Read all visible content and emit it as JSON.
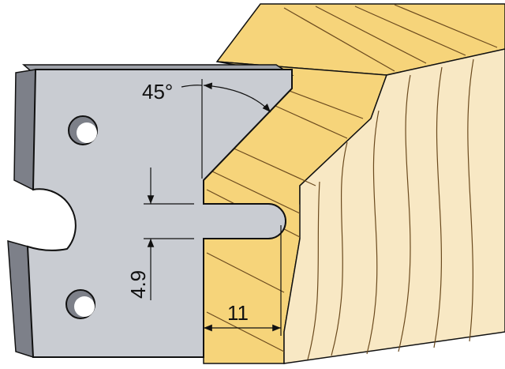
{
  "dimensions": {
    "angle_label": "45°",
    "slot_height_label": "4.9",
    "slot_depth_label": "11"
  },
  "colors": {
    "blade_face": "#c9ccd2",
    "blade_edge": "#7d8089",
    "wood_profile": "#f6d47a",
    "wood_end": "#f8e8c4",
    "outline": "#111111"
  }
}
